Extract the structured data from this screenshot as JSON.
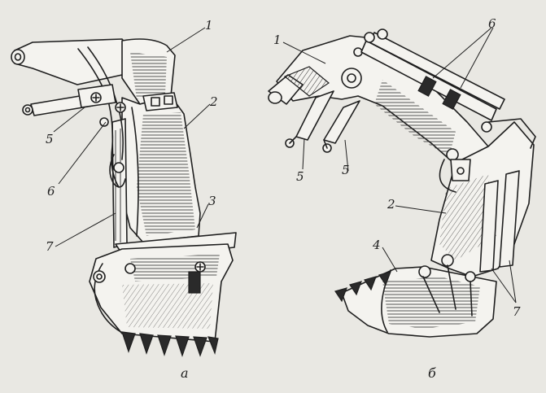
{
  "figure": {
    "left_caption": "а",
    "right_caption": "б"
  },
  "callouts_left": {
    "c1": "1",
    "c2": "2",
    "c3": "3",
    "c5": "5",
    "c6": "6",
    "c7": "7"
  },
  "callouts_right": {
    "c1": "1",
    "c2": "2",
    "c4": "4",
    "c5a": "5",
    "c5b": "5",
    "c6": "6",
    "c7": "7"
  }
}
